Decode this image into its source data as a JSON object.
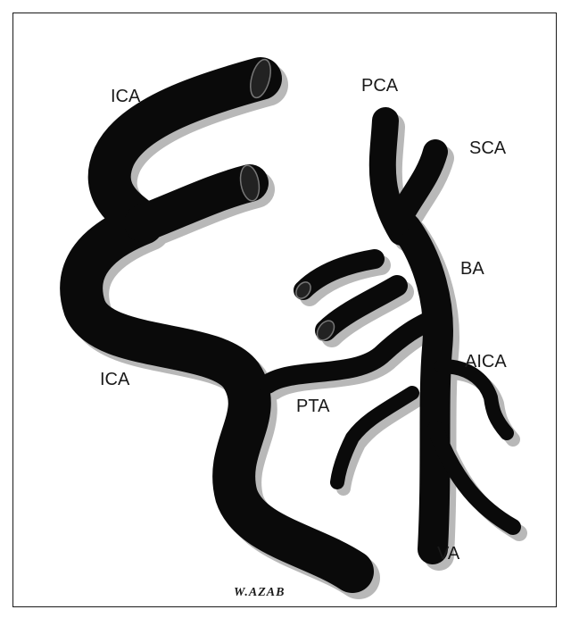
{
  "labels": {
    "ica_upper": "ICA",
    "ica_lower": "ICA",
    "pca": "PCA",
    "sca": "SCA",
    "ba": "BA",
    "aica": "AICA",
    "pta": "PTA",
    "va": "VA"
  },
  "signature": "W.AZAB",
  "colors": {
    "vessel": "#0a0a0a",
    "shadow": "#b8b8b8",
    "text": "#1a1a1a",
    "border": "#1a1a1a"
  }
}
